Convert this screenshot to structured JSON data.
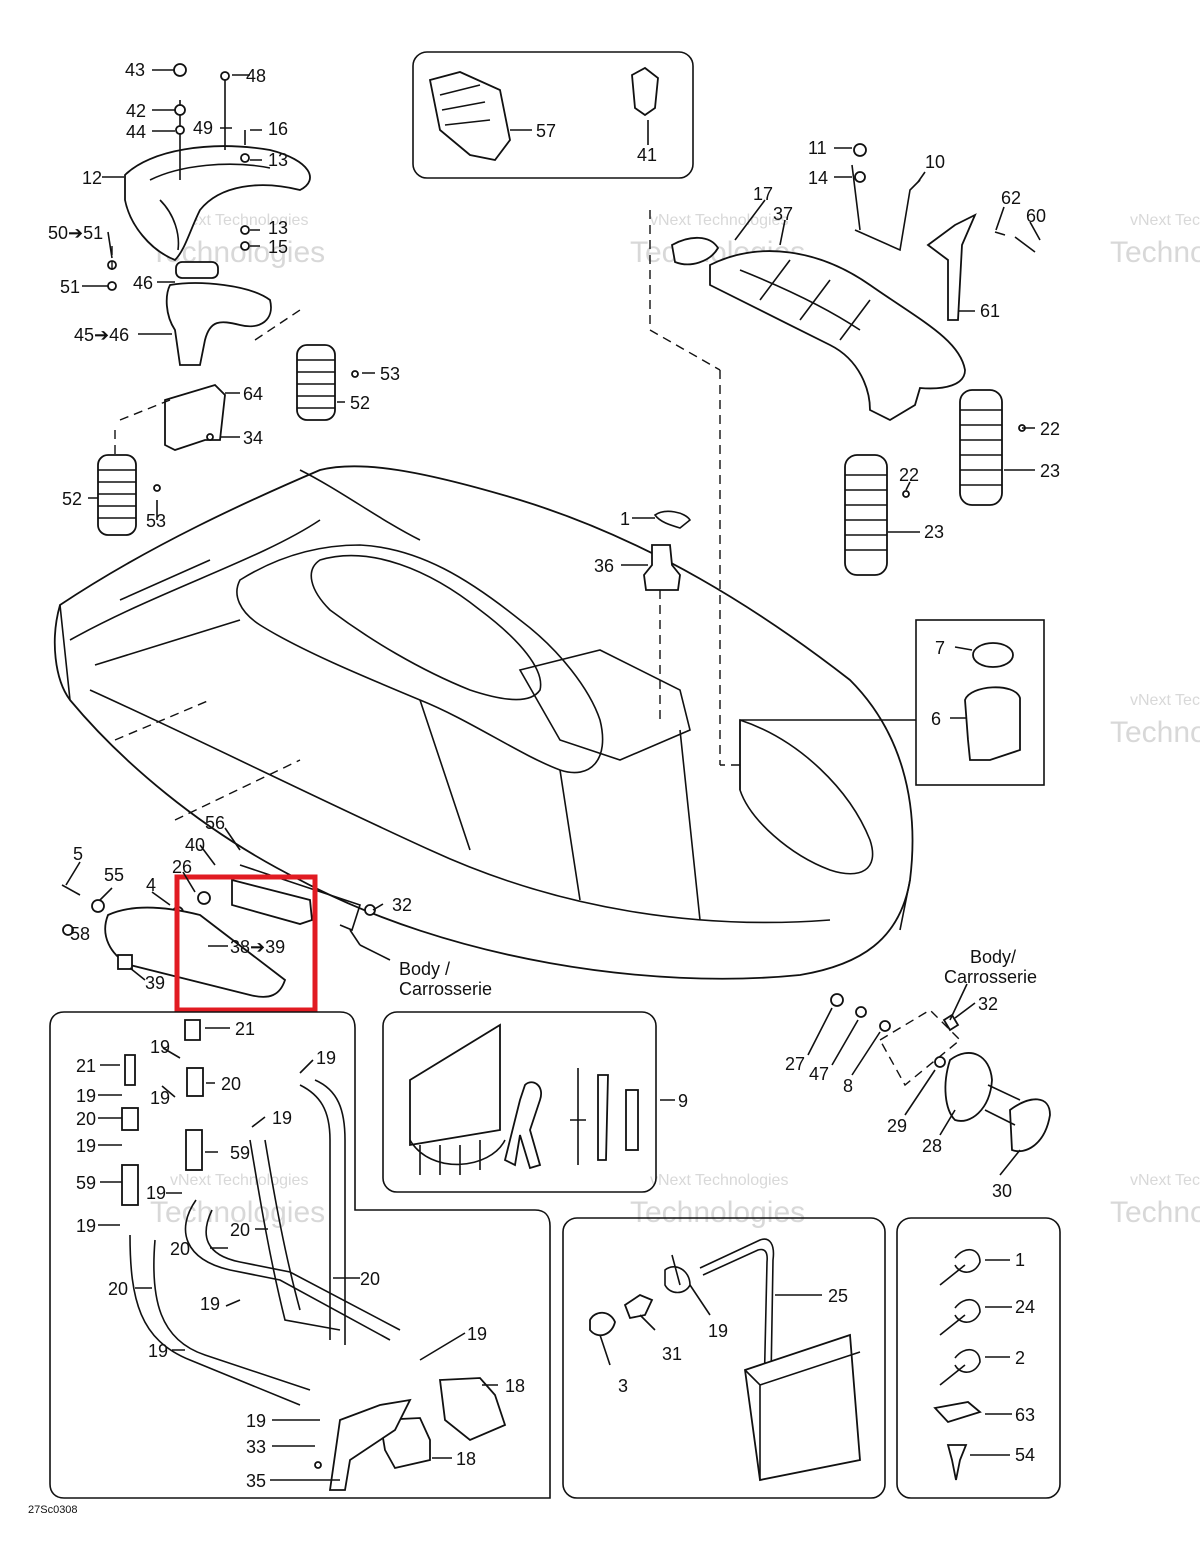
{
  "diagram_code": "27Sc0308",
  "watermark": {
    "line1": "vNext Technologies",
    "line2": "Technologies"
  },
  "highlight_color": "#e11b22",
  "labels": {
    "p43": "43",
    "p48": "48",
    "p42": "42",
    "p44": "44",
    "p49": "49",
    "p16": "16",
    "p13": "13",
    "p12": "12",
    "p50_51": "50➔51",
    "p15": "15",
    "p46a": "46",
    "p51": "51",
    "p45_46": "45➔46",
    "p53a": "53",
    "p52a": "52",
    "p64": "64",
    "p34": "34",
    "p52b": "52",
    "p53b": "53",
    "p57": "57",
    "p41": "41",
    "p11": "11",
    "p10": "10",
    "p14": "14",
    "p17": "17",
    "p37": "37",
    "p62": "62",
    "p60": "60",
    "p61": "61",
    "p22a": "22",
    "p23a": "23",
    "p22b": "22",
    "p23b": "23",
    "p1": "1",
    "p36": "36",
    "p7": "7",
    "p6": "6",
    "p56": "56",
    "p5": "5",
    "p55": "55",
    "p40": "40",
    "p26": "26",
    "p4": "4",
    "p32a": "32",
    "p58": "58",
    "p38_39": "38➔39",
    "p39": "39",
    "body_fr_left_1": "Body /",
    "body_fr_left_2": "Carrosserie",
    "body_fr_right_1": "Body/",
    "body_fr_right_2": "Carrosserie",
    "p32b": "32",
    "p27": "27",
    "p47": "47",
    "p8": "8",
    "p29": "29",
    "p28": "28",
    "p30": "30",
    "p21a": "21",
    "p21b": "21",
    "p19a": "19",
    "p19b": "19",
    "p20a": "20",
    "p19c": "19",
    "p20b": "20",
    "p19d": "19",
    "p59a": "59",
    "p59b": "59",
    "p19e": "19",
    "p20c": "20",
    "p19f": "19",
    "p20d": "20",
    "p20e": "20",
    "p20f": "20",
    "p19g": "19",
    "p19h": "19",
    "p19i": "19",
    "p18a": "18",
    "p19j": "19",
    "p33": "33",
    "p18b": "18",
    "p35": "35",
    "p19k": "19",
    "p9": "9",
    "p25": "25",
    "p19l": "19",
    "p31": "31",
    "p3": "3",
    "p1b": "1",
    "p24": "24",
    "p2": "2",
    "p63": "63",
    "p54": "54"
  }
}
